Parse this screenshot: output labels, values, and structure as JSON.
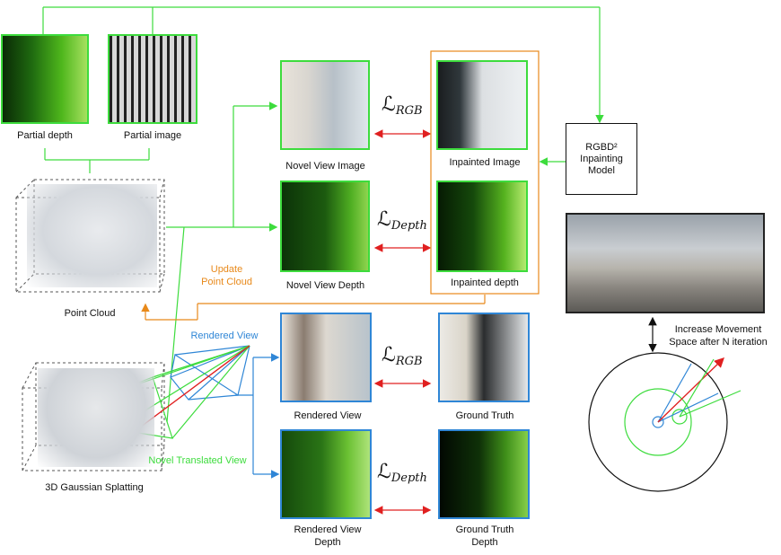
{
  "top_left": {
    "partial_depth": "Partial depth",
    "partial_image": "Partial image",
    "point_cloud": "Point Cloud",
    "update_point_cloud": [
      "Update",
      "Point Cloud"
    ]
  },
  "gaussian": {
    "label": "3D Gaussian Splatting",
    "rendered_view": "Rendered View",
    "novel_translated_view": "Novel Translated View"
  },
  "novel": {
    "view_image": "Novel View Image",
    "view_depth": "Novel View Depth",
    "inpainted_image": "Inpainted Image",
    "inpainted_depth": "Inpainted depth"
  },
  "losses": {
    "symbol": "ℒ",
    "rgb": "RGB",
    "depth": "Depth"
  },
  "inpainting_model": [
    "RGBD²",
    "Inpainting",
    "Model"
  ],
  "rendered": {
    "view": "Rendered View",
    "ground_truth": "Ground Truth",
    "view_depth": [
      "Rendered View",
      "Depth"
    ],
    "ground_truth_depth": [
      "Ground Truth",
      "Depth"
    ]
  },
  "movement": [
    "Increase Movement",
    "Space after N iteration"
  ],
  "colors": {
    "green": "#3ddc3d",
    "blue": "#2f86d6",
    "orange": "#e8891a",
    "red": "#e02020"
  }
}
